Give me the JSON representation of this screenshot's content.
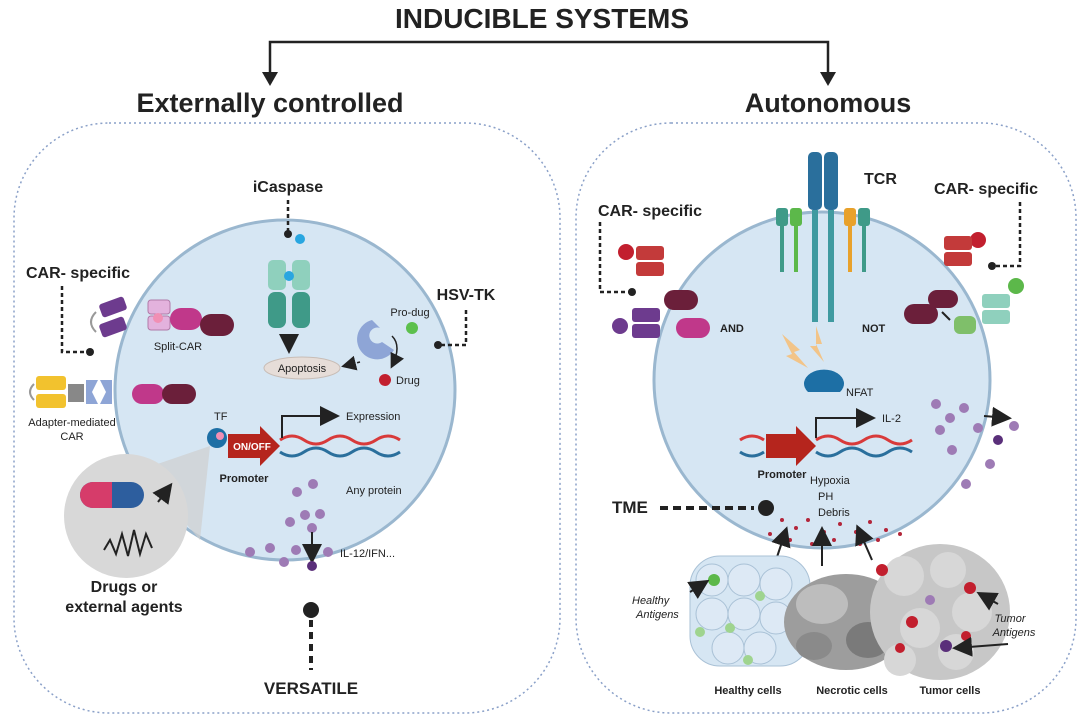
{
  "title": "INDUCIBLE SYSTEMS",
  "left": {
    "heading": "Externally controlled",
    "icaspase": "iCaspase",
    "hsv_tk": "HSV-TK",
    "car_specific": "CAR- specific",
    "pro_drug": "Pro-dug",
    "drug": "Drug",
    "apoptosis": "Apoptosis",
    "split_car": "Split-CAR",
    "adapter_line1": "Adapter-mediated",
    "adapter_line2": "CAR",
    "tf": "TF",
    "on_off": "ON/OFF",
    "promoter": "Promoter",
    "expression": "Expression",
    "any_protein": "Any protein",
    "il12": "IL-12/IFN...",
    "drugs_line1": "Drugs or",
    "drugs_line2": "external agents",
    "versatile": "VERSATILE"
  },
  "right": {
    "heading": "Autonomous",
    "tcr": "TCR",
    "car_specific_left": "CAR- specific",
    "car_specific_right": "CAR- specific",
    "and": "AND",
    "not": "NOT",
    "nfat": "NFAT",
    "il2": "IL-2",
    "promoter": "Promoter",
    "hypoxia": "Hypoxia",
    "ph": "PH",
    "debris": "Debris",
    "tme": "TME",
    "healthy_antigens_line1": "Healthy",
    "healthy_antigens_line2": "Antigens",
    "tumor_antigens_line1": "Tumor",
    "tumor_antigens_line2": "Antigens",
    "healthy_cells": "Healthy cells",
    "necrotic_cells": "Necrotic cells",
    "tumor_cells": "Tumor cells"
  },
  "colors": {
    "cell_fill": "#d6e6f3",
    "cell_stroke": "#9ab7cf",
    "promoter_red": "#b5251d",
    "car_purple": "#6d3b8e",
    "car_magenta": "#c0388a",
    "car_maroon": "#6b1f3a",
    "teal": "#3f9a88",
    "tcr_blue": "#2a6f9c"
  }
}
